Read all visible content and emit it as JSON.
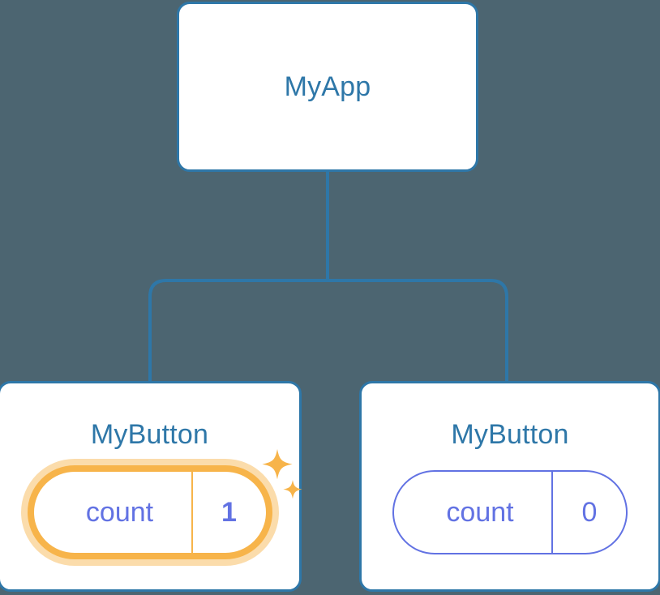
{
  "diagram": {
    "type": "component-tree",
    "background_color": "#4c6571",
    "edge_color": "#2e77a8",
    "node_border_color": "#2e77a8",
    "node_title_color": "#2e77a8",
    "badge_color": "#6272e3",
    "highlight_color": "#f7b44a",
    "highlight_glow_color": "#fbdcab",
    "root": {
      "name": "root-node",
      "title": "MyApp"
    },
    "children": [
      {
        "name": "child-node-left",
        "title": "MyButton",
        "state_key": "count",
        "state_value": "1",
        "highlighted": true,
        "sparkle_icons": [
          "sparkle-large-icon",
          "sparkle-small-icon"
        ]
      },
      {
        "name": "child-node-right",
        "title": "MyButton",
        "state_key": "count",
        "state_value": "0",
        "highlighted": false,
        "sparkle_icons": []
      }
    ],
    "edges": [
      {
        "from": "MyApp",
        "to": "MyButton (count 1)"
      },
      {
        "from": "MyApp",
        "to": "MyButton (count 0)"
      }
    ]
  }
}
